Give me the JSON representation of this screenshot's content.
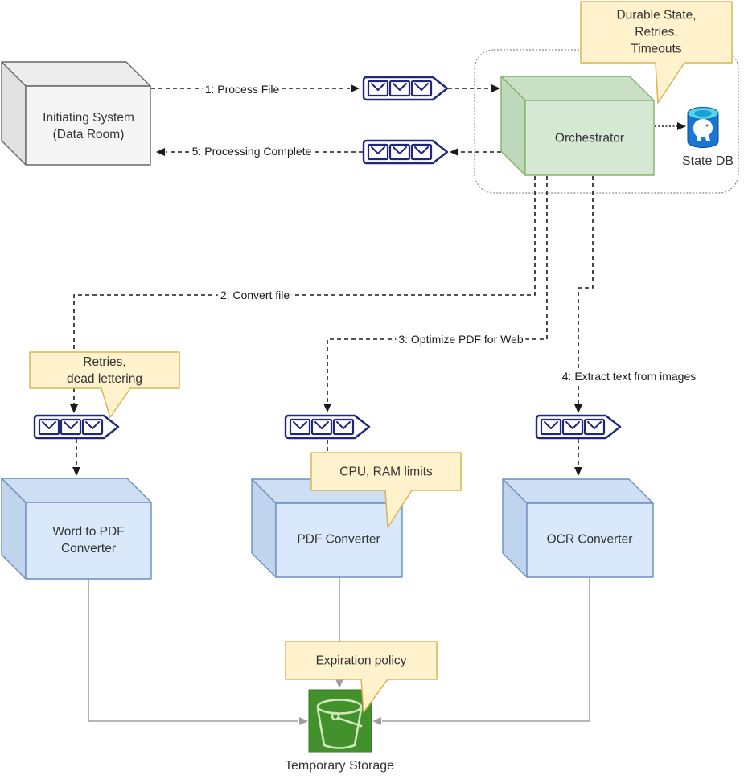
{
  "diagram": {
    "kind": "architecture-flow-diagram",
    "background": "#ffffff"
  },
  "nodes": {
    "initiating_system": {
      "line1": "Initiating System",
      "line2": "(Data Room)"
    },
    "orchestrator": {
      "label": "Orchestrator"
    },
    "state_db": {
      "label": "State DB"
    },
    "word_to_pdf": {
      "line1": "Word to PDF",
      "line2": "Converter"
    },
    "pdf_converter": {
      "label": "PDF Converter"
    },
    "ocr_converter": {
      "label": "OCR Converter"
    },
    "temporary_storage": {
      "label": "Temporary Storage"
    }
  },
  "edges": {
    "process_file": {
      "label": "1: Process File"
    },
    "processing_complete": {
      "label": "5: Processing Complete"
    },
    "convert_file": {
      "label": "2: Convert file"
    },
    "optimize_pdf": {
      "label": "3: Optimize PDF for Web"
    },
    "extract_text": {
      "label": "4: Extract text from images"
    }
  },
  "callouts": {
    "durable_state": {
      "line1": "Durable State,",
      "line2": "Retries,",
      "line3": "Timeouts"
    },
    "retries_dead_lettering": {
      "line1": "Retries,",
      "line2": "dead lettering"
    },
    "cpu_ram_limits": {
      "label": "CPU, RAM limits"
    },
    "expiration_policy": {
      "label": "Expiration policy"
    }
  },
  "icons": {
    "message_queue": "triple-envelope-queue-icon",
    "state_db": "postgresql-cylinder-icon",
    "temporary_storage": "green-bucket-icon"
  },
  "colors": {
    "callout_fill": "#fff2cc",
    "callout_border": "#d6b656",
    "cube_green_fill": "#d5e8d4",
    "cube_green_border": "#82b366",
    "cube_blue_fill": "#dae8fc",
    "cube_blue_border": "#6c8ebf",
    "cube_gray_fill": "#f5f5f5",
    "cube_gray_border": "#666666",
    "queue_icon": "#20257d",
    "db_blue": "#1976d2",
    "db_top_cyan": "#53d6ea",
    "bucket_green": "#42912c",
    "solid_line": "#9e9e9e",
    "dashed_line": "#1a1a1a"
  }
}
